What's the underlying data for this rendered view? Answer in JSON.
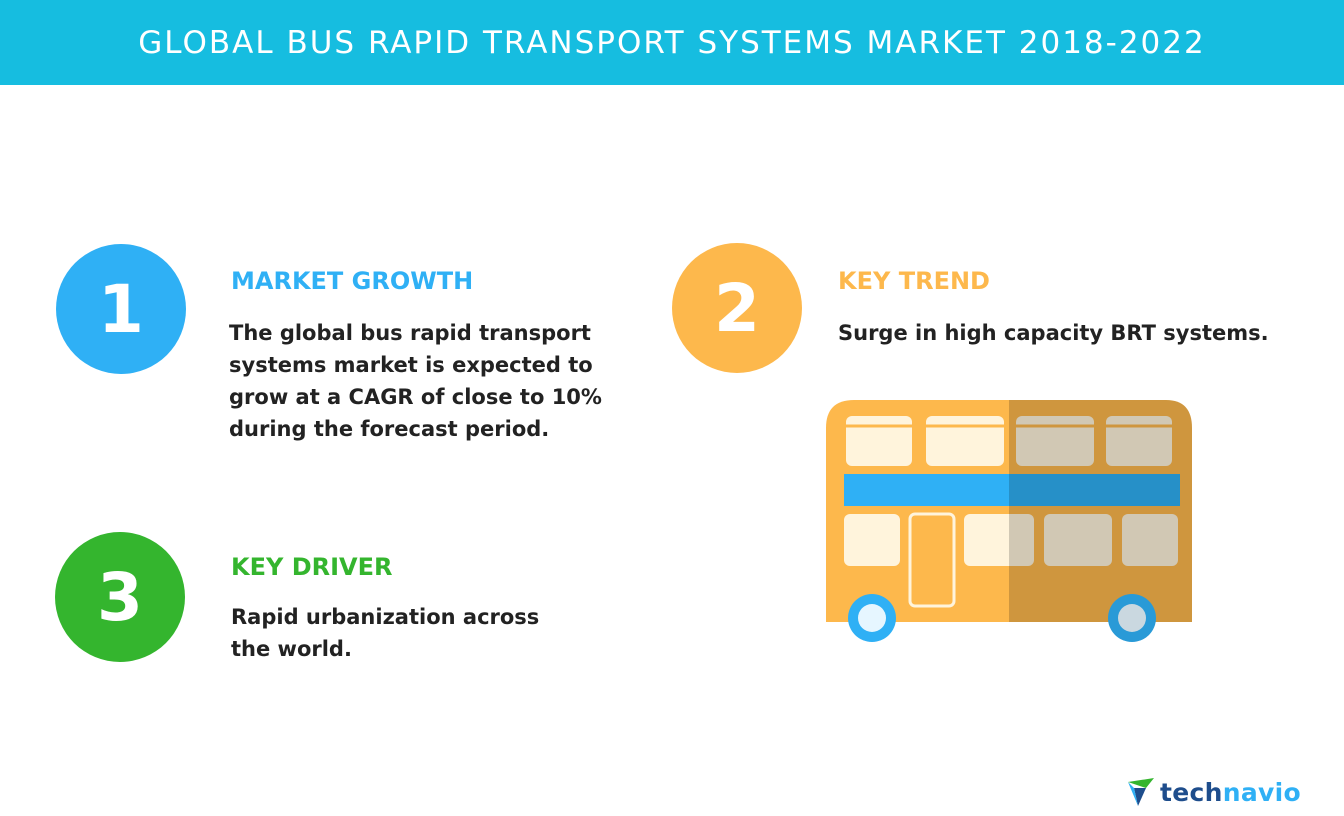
{
  "header": {
    "title": "GLOBAL BUS RAPID TRANSPORT SYSTEMS MARKET 2018-2022"
  },
  "sections": [
    {
      "number": "1",
      "heading": "MARKET GROWTH",
      "lines": [
        "The global bus rapid transport",
        "systems market is expected to",
        "grow at a CAGR of close to 10%",
        "during the forecast period."
      ],
      "color": "#2fb0f5"
    },
    {
      "number": "2",
      "heading": "KEY TREND",
      "lines": [
        "Surge in high capacity BRT systems."
      ],
      "color": "#fdb84c"
    },
    {
      "number": "3",
      "heading": "KEY DRIVER",
      "lines": [
        "Rapid urbanization across",
        "the world."
      ],
      "color": "#34b52e"
    }
  ],
  "illustration": {
    "icon": "double-decker-bus-icon",
    "body_color": "#fdb84c",
    "stripe_color": "#2fb0f5"
  },
  "logo": {
    "icon": "technavio-logo-icon",
    "part1": "tech",
    "part2": "navio"
  }
}
